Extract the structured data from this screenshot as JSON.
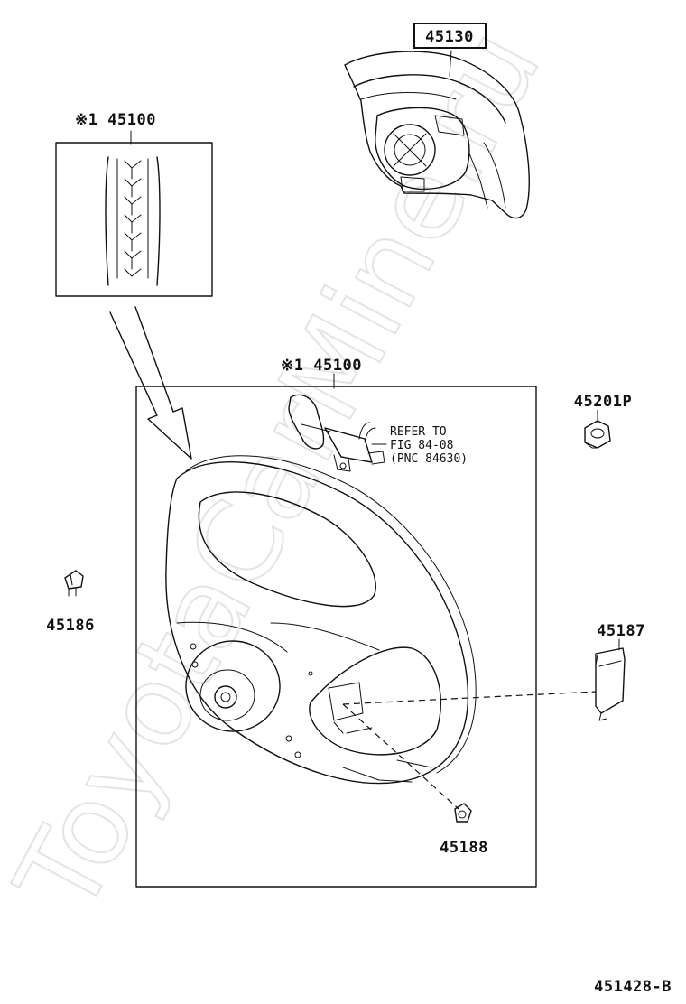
{
  "watermark": "ToyotaCarMine.ru",
  "parts": {
    "airbag": "45130",
    "wheel_detail": "※1 45100",
    "wheel_main": "※1 45100",
    "nut": "45201P",
    "cover_left": "45186",
    "cover_right": "45187",
    "screw": "45188"
  },
  "reference": {
    "line1": "REFER TO",
    "line2": "FIG 84-08",
    "line3": "(PNC 84630)"
  },
  "figure_number": "451428-B"
}
